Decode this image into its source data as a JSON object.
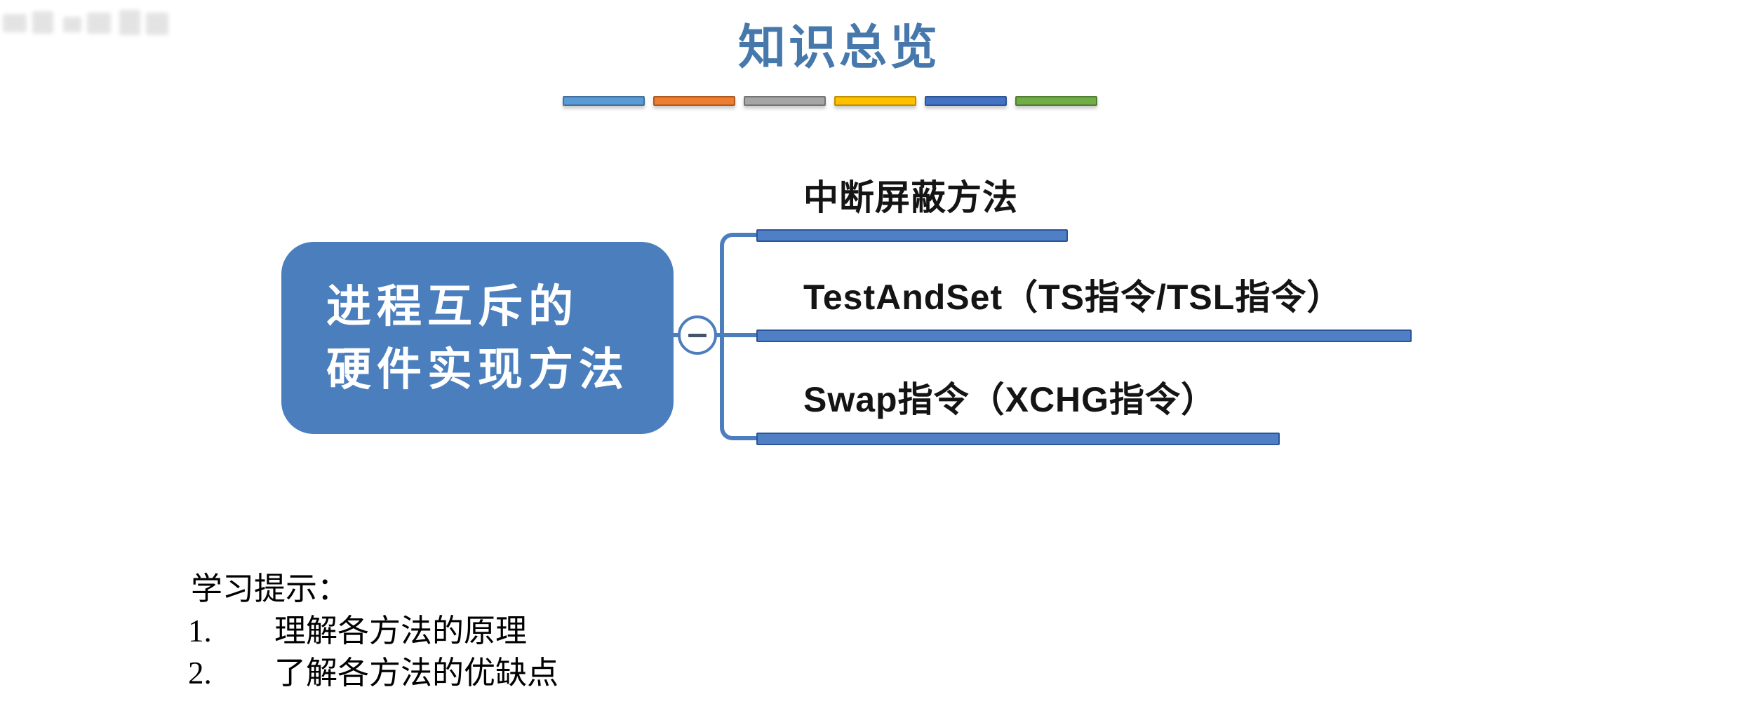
{
  "title": "知识总览",
  "title_color": "#4678AC",
  "divider_bars": [
    {
      "name": "blue",
      "fill": "#5B9BD5",
      "border": "#41719C"
    },
    {
      "name": "orange",
      "fill": "#ED7D31",
      "border": "#AE5A21"
    },
    {
      "name": "gray",
      "fill": "#A5A5A5",
      "border": "#747474"
    },
    {
      "name": "yellow",
      "fill": "#FFC000",
      "border": "#BF9000"
    },
    {
      "name": "dark-blue",
      "fill": "#4472C4",
      "border": "#2F5597"
    },
    {
      "name": "green",
      "fill": "#70AD47",
      "border": "#507E32"
    }
  ],
  "mindmap": {
    "root_label_line1": "进程互斥的",
    "root_label_line2": "硬件实现方法",
    "collapse_icon": "minus-icon",
    "branches": [
      {
        "label": "中断屏蔽方法"
      },
      {
        "label": "TestAndSet（TS指令/TSL指令）"
      },
      {
        "label": "Swap指令（XCHG指令）"
      }
    ],
    "colors": {
      "root_fill": "#4B7EBD",
      "link": "#4C7DBD",
      "bar_fill": "#4F80C5",
      "bar_border": "#2B549B",
      "minus": "#44546A"
    }
  },
  "notes": {
    "heading": "学习提示：",
    "items": [
      {
        "num": "1.",
        "text": "理解各方法的原理"
      },
      {
        "num": "2.",
        "text": "了解各方法的优缺点"
      }
    ]
  }
}
